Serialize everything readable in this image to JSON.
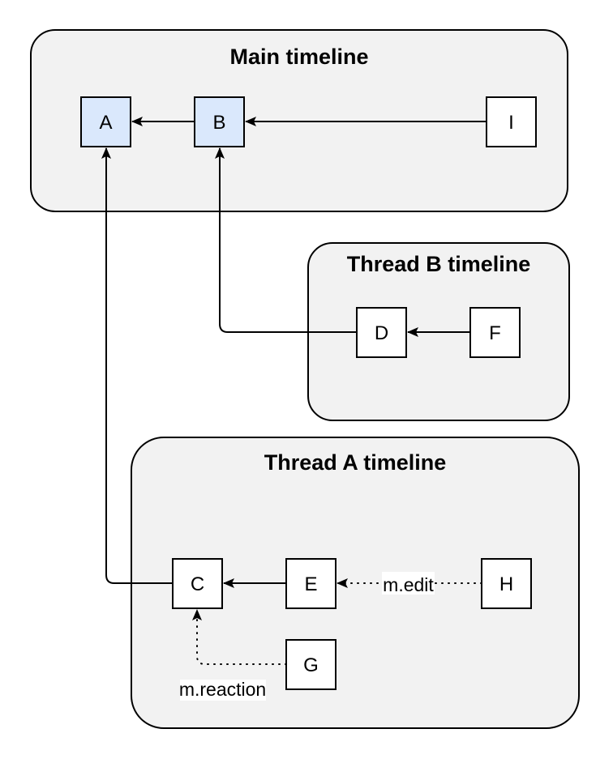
{
  "diagram": {
    "kind": "event-timeline-graph",
    "containers": {
      "main": {
        "label": "Main timeline"
      },
      "thread_b": {
        "label": "Thread B timeline"
      },
      "thread_a": {
        "label": "Thread A timeline"
      }
    },
    "nodes": {
      "a": {
        "label": "A",
        "container": "main",
        "highlighted": true
      },
      "b": {
        "label": "B",
        "container": "main",
        "highlighted": true
      },
      "i": {
        "label": "I",
        "container": "main",
        "highlighted": false
      },
      "d": {
        "label": "D",
        "container": "thread_b",
        "highlighted": false
      },
      "f": {
        "label": "F",
        "container": "thread_b",
        "highlighted": false
      },
      "c": {
        "label": "C",
        "container": "thread_a",
        "highlighted": false
      },
      "e": {
        "label": "E",
        "container": "thread_a",
        "highlighted": false
      },
      "h": {
        "label": "H",
        "container": "thread_a",
        "highlighted": false
      },
      "g": {
        "label": "G",
        "container": "thread_a",
        "highlighted": false
      }
    },
    "edges": [
      {
        "from": "B",
        "to": "A",
        "style": "solid",
        "label": ""
      },
      {
        "from": "I",
        "to": "B",
        "style": "solid",
        "label": ""
      },
      {
        "from": "F",
        "to": "D",
        "style": "solid",
        "label": ""
      },
      {
        "from": "D",
        "to": "B",
        "style": "solid",
        "label": ""
      },
      {
        "from": "E",
        "to": "C",
        "style": "solid",
        "label": ""
      },
      {
        "from": "C",
        "to": "A",
        "style": "solid",
        "label": ""
      },
      {
        "from": "H",
        "to": "E",
        "style": "dotted",
        "label": "m.edit"
      },
      {
        "from": "G",
        "to": "C",
        "style": "dotted",
        "label": "m.reaction"
      }
    ],
    "edge_labels": {
      "edit": "m.edit",
      "reaction": "m.reaction"
    },
    "colors": {
      "container_fill": "#f2f2f2",
      "container_border": "#000000",
      "node_fill": "#ffffff",
      "node_fill_highlighted": "#dae8fc",
      "node_border": "#000000",
      "edge": "#000000",
      "label_background": "#ffffff",
      "text": "#000000"
    }
  }
}
